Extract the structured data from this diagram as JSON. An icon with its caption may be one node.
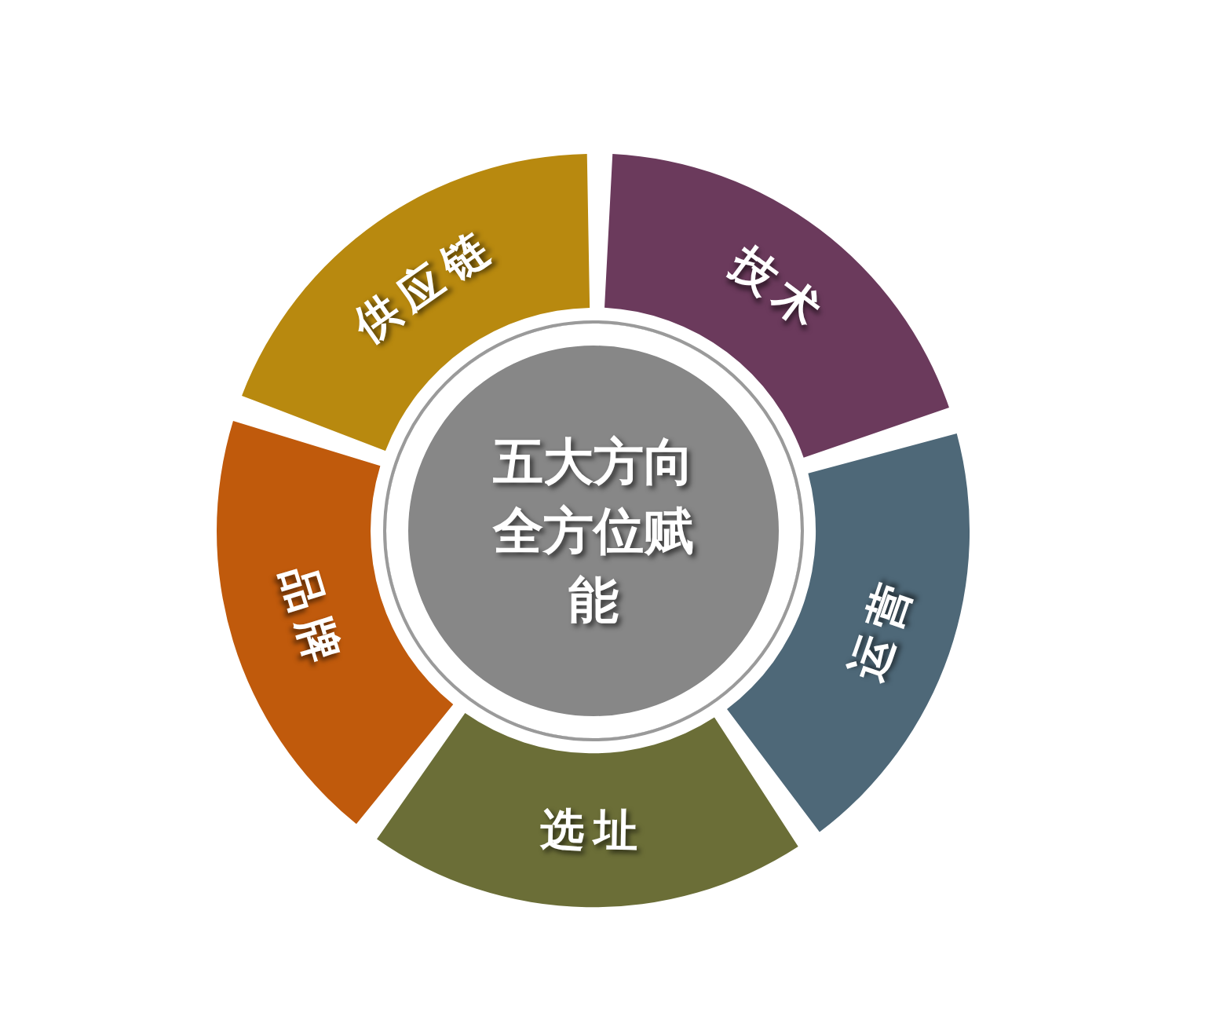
{
  "diagram": {
    "nodes": [
      {
        "text": [
          "五大方向全方位赋能"
        ]
      },
      {
        "text": [
          "技术"
        ]
      },
      {
        "text": [
          "运营"
        ]
      },
      {
        "text": [
          "选址"
        ]
      },
      {
        "text": [
          "品牌"
        ]
      },
      {
        "text": [
          "供应链"
        ]
      }
    ]
  }
}
